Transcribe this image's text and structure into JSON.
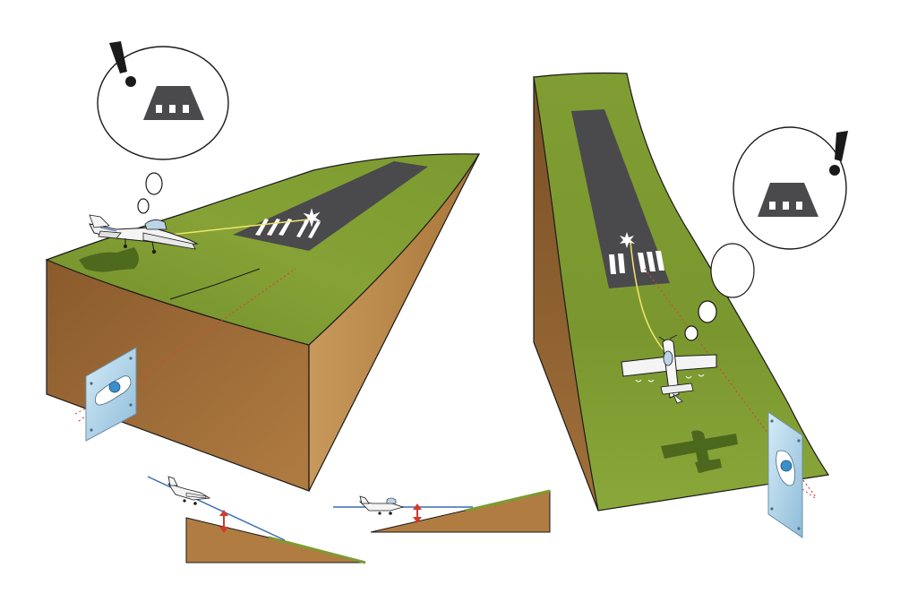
{
  "colors": {
    "grass": "#7d9a32",
    "grass_dark": "#5f7a22",
    "grass_light": "#9ab445",
    "soil": "#a9773f",
    "soil_dark": "#7a5026",
    "soil_side": "#c29457",
    "runway": "#4a4a4c",
    "runway_marking": "#ffffff",
    "sightline": "#f2e46b",
    "centerline_dash": "#d4473a",
    "glideslope_line": "#3c6bb0",
    "height_arrow": "#d23a2e",
    "indicator_panel": "#a9cfe6",
    "indicator_ball": "#3a8fcb",
    "outline": "#1a1a1a"
  },
  "icons": [
    "warning-exclamation-icon",
    "runway-thought-icon",
    "airplane-icon",
    "glare-burst-icon",
    "attitude-indicator-icon"
  ],
  "scenes": [
    {
      "name": "side-view-upslope-runway"
    },
    {
      "name": "top-view-upslope-runway"
    }
  ],
  "insets": [
    {
      "name": "upsloping-terrain-illusion"
    },
    {
      "name": "level-terrain-reference"
    }
  ]
}
